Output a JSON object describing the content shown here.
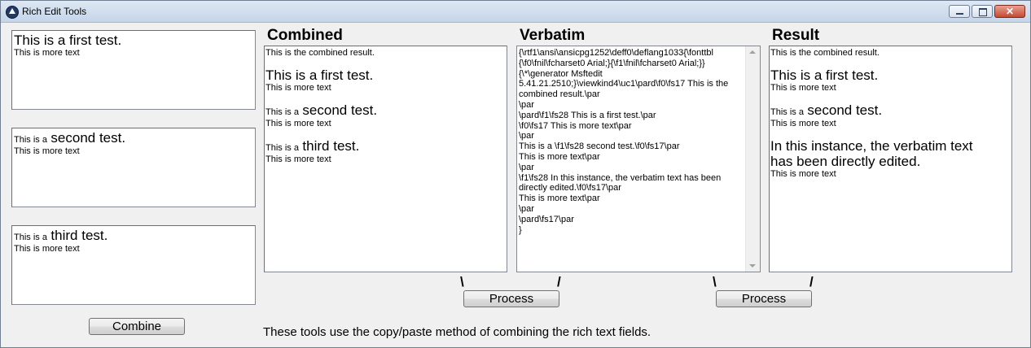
{
  "window": {
    "title": "Rich Edit Tools",
    "close_glyph": "✕"
  },
  "inputs": [
    {
      "big": "This is a first test.",
      "small_prefix": "",
      "more": "This is more text"
    },
    {
      "small_prefix": "This is a",
      "big": "second test.",
      "more": "This is more text"
    },
    {
      "small_prefix": "This is a",
      "big": "third test.",
      "more": "This is more text"
    }
  ],
  "combine_button": "Combine",
  "headings": {
    "combined": "Combined",
    "verbatim": "Verbatim",
    "result": "Result"
  },
  "combined": {
    "first_line": "This is the combined result.",
    "first_big": "This is a first test.",
    "second_prefix": "This is a",
    "second_big": "second test.",
    "third_prefix": "This is a",
    "third_big": "third test.",
    "more": "This is more text"
  },
  "verbatim_text": "{\\rtf1\\ansi\\ansicpg1252\\deff0\\deflang1033{\\fonttbl\n{\\f0\\fnil\\fcharset0 Arial;}{\\f1\\fnil\\fcharset0 Arial;}}\n{\\*\\generator Msftedit\n5.41.21.2510;}\\viewkind4\\uc1\\pard\\f0\\fs17 This is the\ncombined result.\\par\n\\par\n\\pard\\f1\\fs28 This is a first test.\\par\n\\f0\\fs17 This is more text\\par\n\\par\nThis is a \\f1\\fs28 second test.\\f0\\fs17\\par\nThis is more text\\par\n\\par\n\\f1\\fs28 In this instance, the verbatim text has been\ndirectly edited.\\f0\\fs17\\par\nThis is more text\\par\n\\par\n\\pard\\fs17\\par\n}",
  "result": {
    "first_line": "This is the combined result.",
    "first_big": "This is a first test.",
    "second_prefix": "This is a",
    "second_big": "second test.",
    "third_big_line1": "In this instance, the verbatim text",
    "third_big_line2": "has been directly edited.",
    "more": "This is more text"
  },
  "process_button": "Process",
  "slashes": {
    "left": "\\",
    "right": "/"
  },
  "footer": "These tools use the copy/paste method of combining the rich text fields."
}
